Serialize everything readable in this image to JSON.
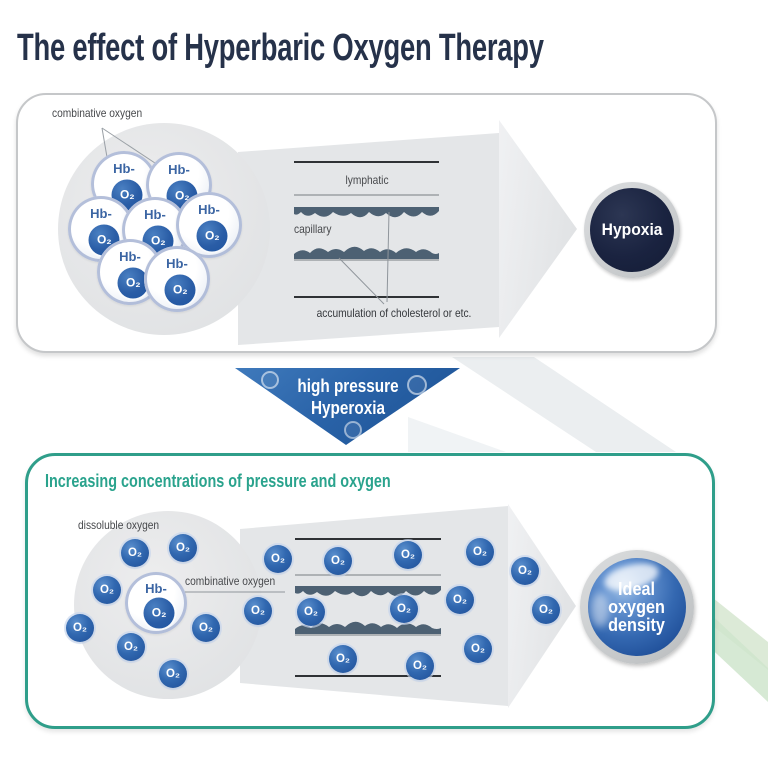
{
  "title": "The effect of Hyperbaric Oxygen Therapy",
  "before": {
    "combinative_label": "combinative oxygen",
    "lymphatic_label": "lymphatic",
    "capillary_label": "capillary",
    "accumulation_label": "accumulation of cholesterol or etc.",
    "molecule": {
      "hb": "Hb-",
      "o2": "O₂",
      "hb_o2_count": 7
    },
    "result": "Hypoxia"
  },
  "transition": {
    "line1": "high pressure",
    "line2": "Hyperoxia"
  },
  "after": {
    "header": "Increasing concentrations of pressure and oxygen",
    "dissoluble_label": "dissoluble oxygen",
    "combinative_label": "combinative oxygen",
    "molecule": {
      "hb": "Hb-",
      "o2": "O₂",
      "free_o2_count": 20
    },
    "result": {
      "line1": "Ideal",
      "line2": "oxygen",
      "line3": "density"
    }
  },
  "colors": {
    "accent_blue": "#2b62ab",
    "teal_border": "#2f9e8a",
    "header_text": "#2aa38d",
    "navy_ball": "#16203b",
    "title_text": "#26324a",
    "wave": "#4d6173"
  }
}
